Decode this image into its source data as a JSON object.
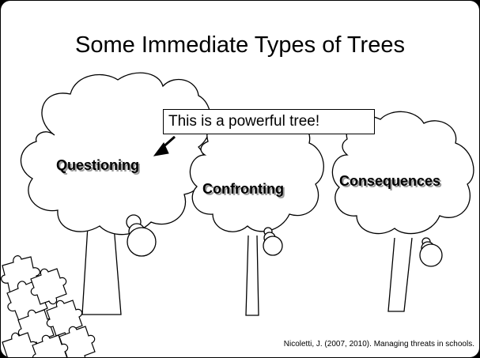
{
  "slide": {
    "title": "Some Immediate Types of Trees",
    "callout": "This is a powerful tree!",
    "trees": [
      {
        "label": "Questioning"
      },
      {
        "label": "Confronting"
      },
      {
        "label": "Consequences"
      }
    ],
    "citation": "Nicoletti, J. (2007, 2010). Managing threats in schools."
  }
}
